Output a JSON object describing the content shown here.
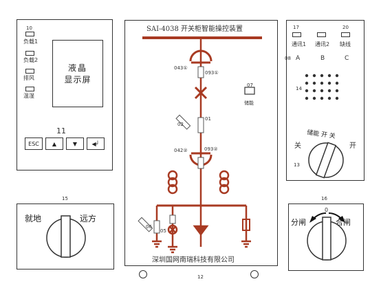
{
  "panel": {
    "frame_number": "12",
    "center_title": "SAI-4038 开关柜智能操控装置",
    "company": "深圳国网南瑞科技有限公司"
  },
  "left_panel": {
    "led_group_number": "10",
    "leds": [
      "负载1",
      "负载2",
      "排风",
      "温湿"
    ],
    "lcd_text": [
      "液晶",
      "显示屏"
    ],
    "keypad_number": "11",
    "keys": [
      "ESC",
      "▲",
      "▼",
      "◀┘"
    ]
  },
  "diagram": {
    "labels": {
      "qs1": "043①",
      "qf1": "093①",
      "fu": "02",
      "k01": "01",
      "qs2": "042②",
      "qf2": "093②",
      "right_indicator_num": "07",
      "right_indicator_label": "储能",
      "bottom_fuse": "06",
      "bottom_sw": "05"
    }
  },
  "right_panel": {
    "leds": [
      {
        "num": "17",
        "label": "通讯1"
      },
      {
        "num": "",
        "label": "通讯2"
      },
      {
        "num": "20",
        "label": "缺线"
      }
    ],
    "phase_num": "08",
    "phases": [
      "A",
      "B",
      "C"
    ],
    "speaker_number": "14",
    "selector_number": "13",
    "selector_top": "储能 开 关",
    "selector_left": "关",
    "selector_right": "开"
  },
  "bottom_left_switch": {
    "number": "15",
    "left": "就地",
    "right": "远方"
  },
  "bottom_right_switch": {
    "number": "16",
    "zero": "0",
    "left": "分闸",
    "right": "合闸"
  },
  "colors": {
    "accent": "#a83a22",
    "stroke": "#333333"
  }
}
